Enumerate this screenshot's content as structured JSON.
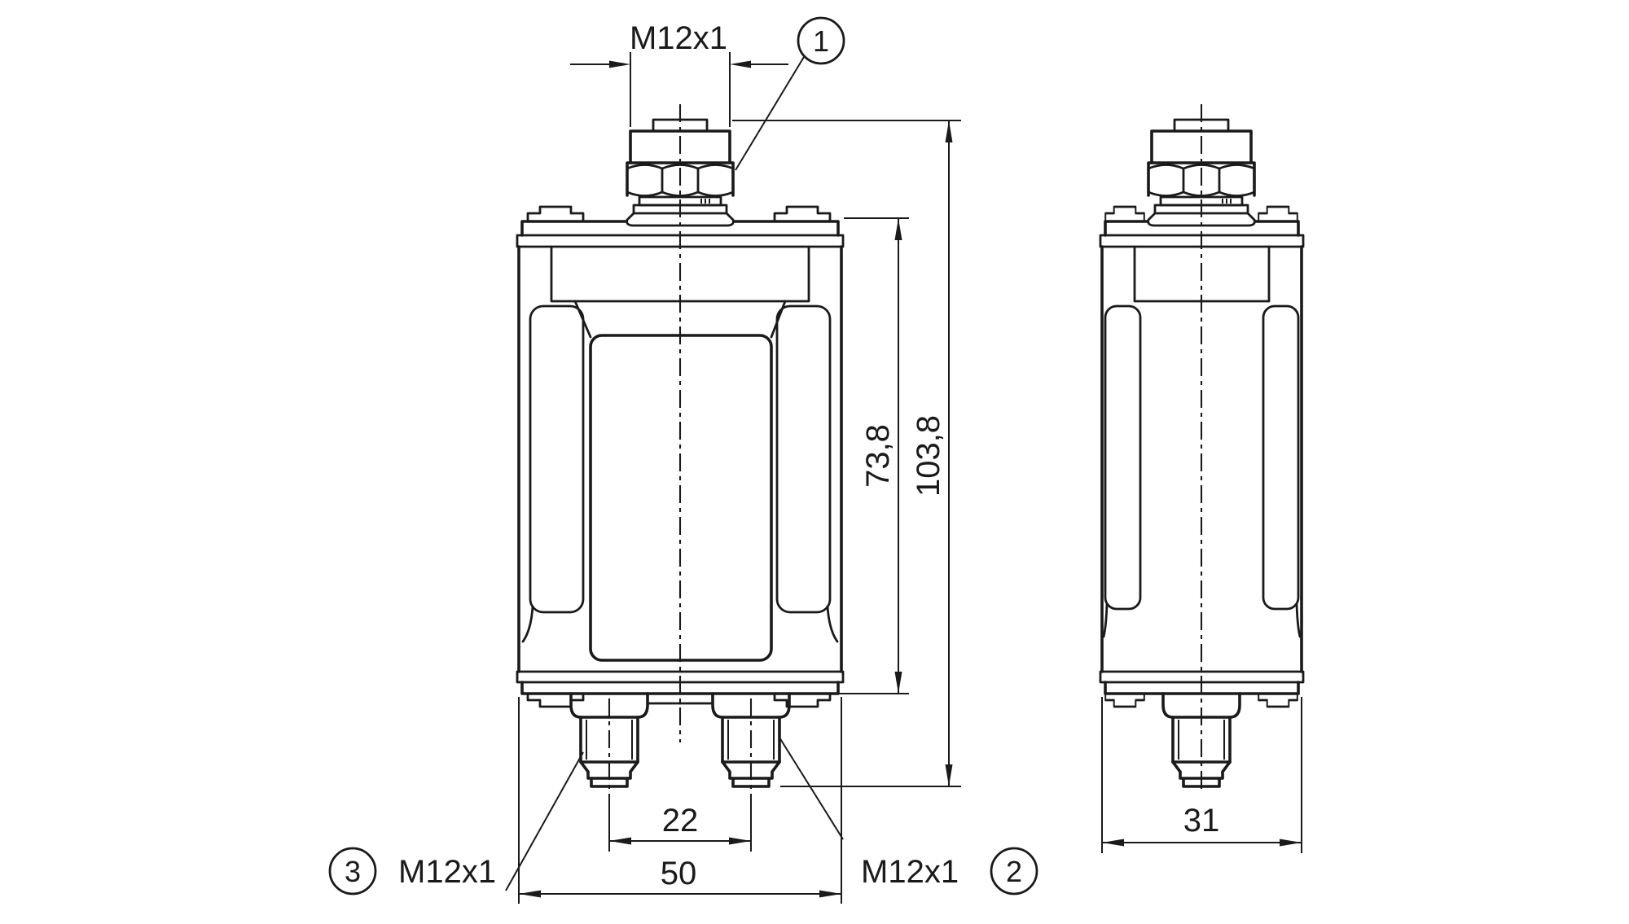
{
  "drawing": {
    "background_color": "#ffffff",
    "line_color": "#1a1a1a",
    "dimensions": {
      "top_connector_thread": "M12x1",
      "housing_height": "73,8",
      "total_height": "103,8",
      "port_spacing": "22",
      "housing_width": "50",
      "housing_depth": "31"
    },
    "callouts": {
      "c1": {
        "number": "1"
      },
      "c2": {
        "number": "2",
        "label": "M12x1"
      },
      "c3": {
        "number": "3",
        "label": "M12x1"
      }
    }
  }
}
